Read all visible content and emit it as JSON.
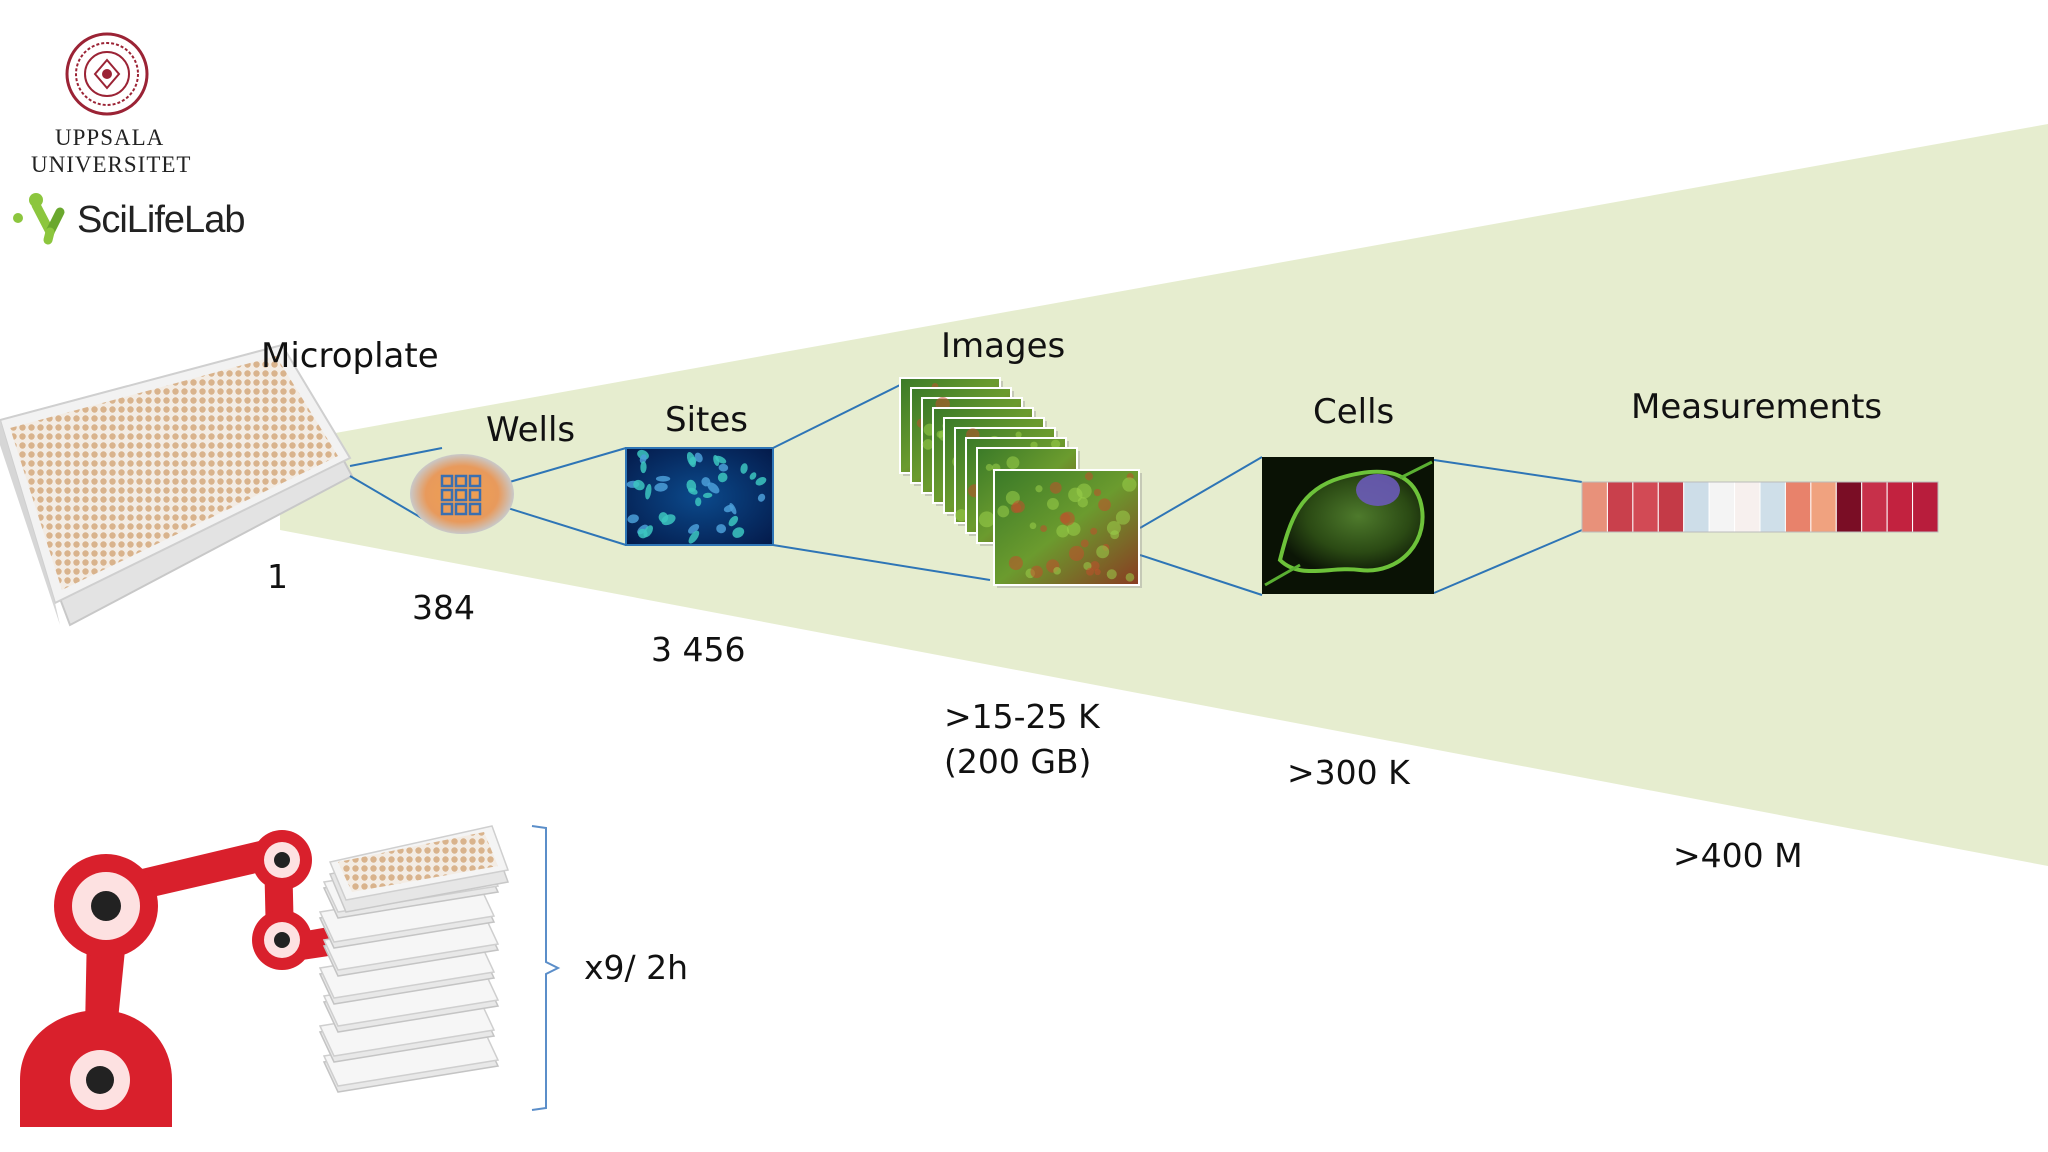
{
  "logos": {
    "university_line1": "UPPSALA",
    "university_line2": "UNIVERSITET",
    "scilifelab": "SciLifeLab"
  },
  "stages": {
    "microplate": {
      "label": "Microplate",
      "count": "1"
    },
    "wells": {
      "label": "Wells",
      "count": "384"
    },
    "sites": {
      "label": "Sites",
      "count": "3 456"
    },
    "images": {
      "label": "Images",
      "count_line1": ">15-25 K",
      "count_line2": "(200 GB)"
    },
    "cells": {
      "label": "Cells",
      "count": ">300 K"
    },
    "measurements": {
      "label": "Measurements",
      "count": ">400 M"
    }
  },
  "robot": {
    "throughput": "x9/ 2h"
  },
  "colors": {
    "funnel_fill": "#e6edcf",
    "connector_line": "#2e75b6",
    "robot_red": "#d9202c",
    "plate_well": "#d8b48f",
    "measurement_cells": [
      "#e8917a",
      "#c9404c",
      "#d24a55",
      "#c43a47",
      "#cddde8",
      "#f4f4f4",
      "#f7f0ee",
      "#cfdfe9",
      "#e8826b",
      "#f0a27f",
      "#7a0d25",
      "#c7304a",
      "#c2223f",
      "#b81d3c"
    ]
  }
}
